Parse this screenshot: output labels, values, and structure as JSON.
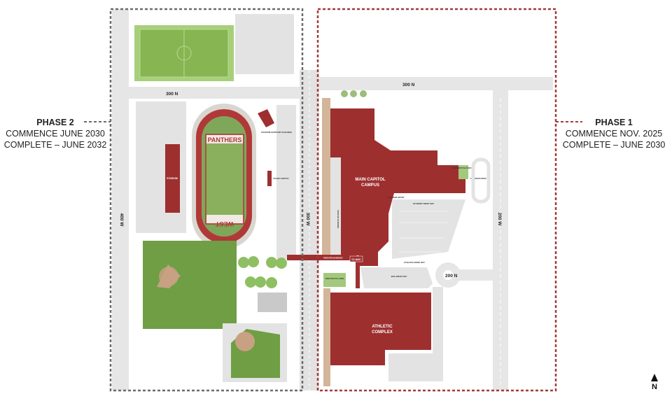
{
  "phase2": {
    "title": "PHASE 2",
    "commence": "COMMENCE JUNE 2030",
    "complete": "COMPLETE – JUNE 2032",
    "border_color": "#6b6b6b"
  },
  "phase1": {
    "title": "PHASE 1",
    "commence": "COMMENCE NOV. 2025",
    "complete": "COMPLETE – JUNE 2030",
    "border_color": "#a33a3a"
  },
  "streets": {
    "n300_left": "300 N",
    "n300_right": "300 N",
    "w400": "400 W",
    "w300": "300 W",
    "w200": "200 W",
    "n200": "200 N"
  },
  "buildings": {
    "main_campus_line1": "MAIN CAPITOL",
    "main_campus_line2": "CAMPUS",
    "athletic_line1": "ATHLETIC",
    "athletic_line2": "COMPLEX",
    "clinic": "CLINIC",
    "stadium": "STADIUM",
    "stadium_support": "STADIUM SUPPORT BUILDING",
    "ticket_booth": "TICKET BOOTH",
    "field_end_top": "PANTHERS",
    "field_end_bottom": "WEST"
  },
  "areas": {
    "student_entry": "STUDENT ENTRY",
    "student_dropoff": "STUDENT DROP OFF",
    "athlete_dropoff": "ATHLETE DROP OFF",
    "bus_dropoff": "BUS DROP OFF",
    "childrens_playground": "CHILDREN'S PLAYGROUND",
    "childrens_dropoff": "CHILDREN'S DROP OFF",
    "visitor_parking": "VISITOR PARKING",
    "pedestrian_bridge": "PEDESTRIAN BRIDGE",
    "new_south_lawn": "NEW SOUTH LAWN"
  },
  "north_label": "N",
  "colors": {
    "building": "#9e2f2f",
    "grass": "#7fae4e",
    "road": "#e4e4e4",
    "tan": "#d3b59a"
  }
}
